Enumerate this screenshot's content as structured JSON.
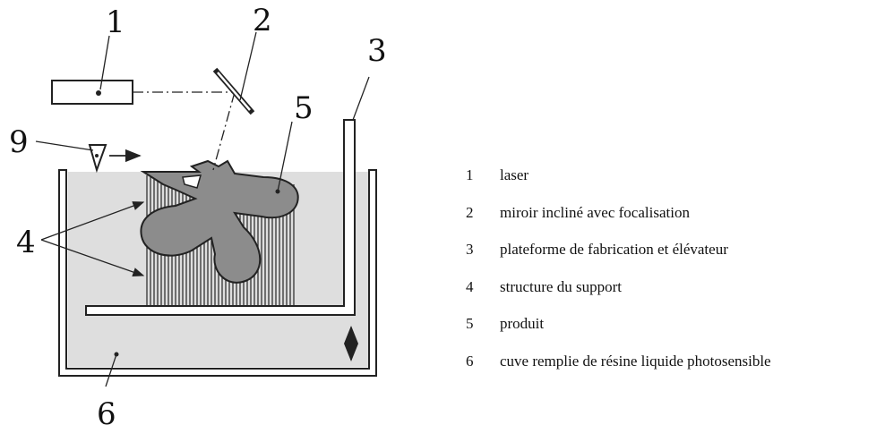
{
  "diagram": {
    "callouts": [
      "1",
      "2",
      "3",
      "4",
      "5",
      "6",
      "9"
    ]
  },
  "legend": [
    {
      "num": "1",
      "text": "laser"
    },
    {
      "num": "2",
      "text": "miroir incliné avec focalisation"
    },
    {
      "num": "3",
      "text": "plateforme de fabrication et élévateur"
    },
    {
      "num": "4",
      "text": "structure du support"
    },
    {
      "num": "5",
      "text": "produit"
    },
    {
      "num": "6",
      "text": "cuve remplie de résine liquide photosensible"
    }
  ],
  "colors": {
    "resin": "#dedede",
    "part": "#8c8c8c",
    "stroke": "#222222"
  }
}
